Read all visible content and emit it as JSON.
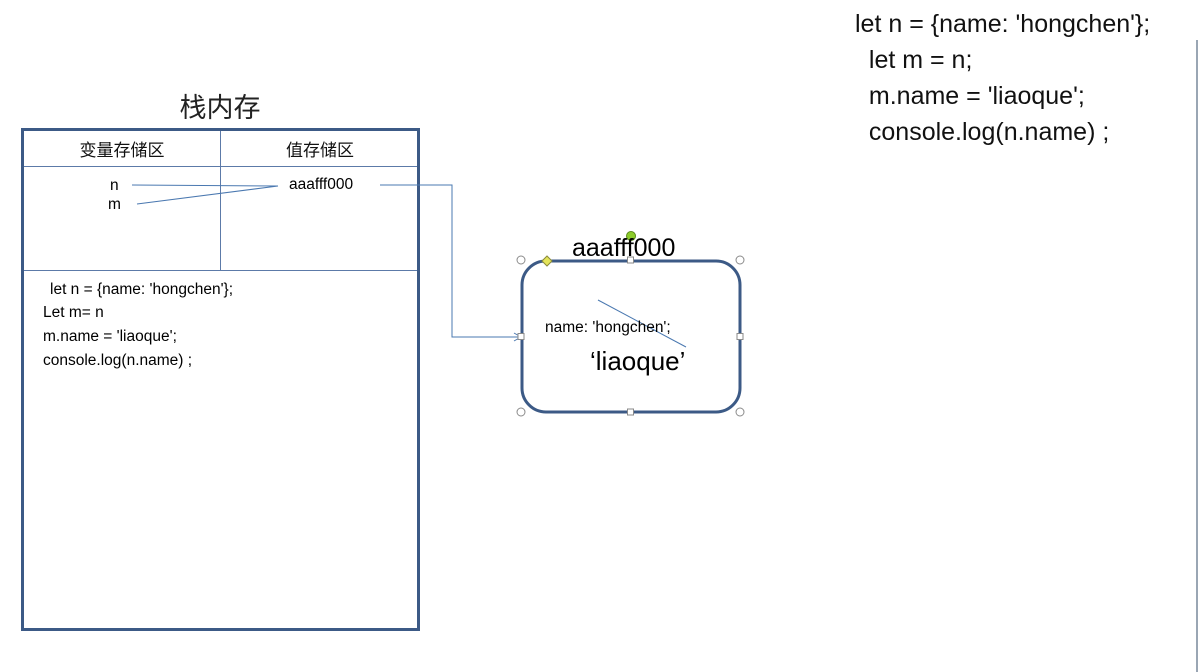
{
  "stack": {
    "title": "栈内存",
    "header_var": "变量存储区",
    "header_val": "值存储区",
    "var_n": "n",
    "var_m": "m",
    "value": "aaafff000",
    "code": [
      "let n = {name: 'hongchen'};",
      "Let m= n",
      "m.name = 'liaoque';",
      "console.log(n.name) ;"
    ]
  },
  "heap": {
    "address": "aaafff000",
    "old_property": "name: 'hongchen';",
    "new_value": "‘liaoque’"
  },
  "code_listing": [
    "let n = {name: 'hongchen'};",
    "  let m = n;",
    "  m.name = 'liaoque';",
    "  console.log(n.name) ;"
  ],
  "colors": {
    "border": "#3c5a86",
    "connector": "#4a78b0",
    "handle_border": "#8a8a8a",
    "handle_green": "#8ccc2a",
    "handle_yellow": "#e4e45a"
  }
}
